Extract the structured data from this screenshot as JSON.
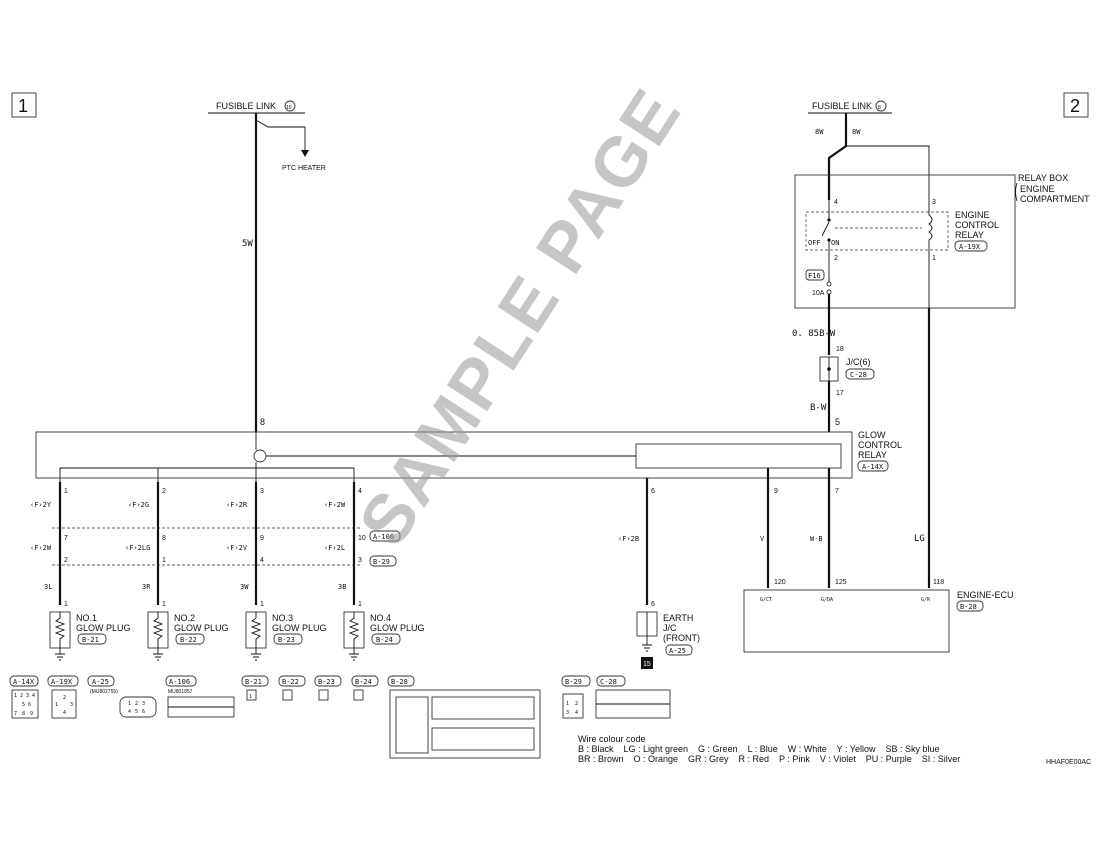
{
  "page_markers": [
    "1",
    "2"
  ],
  "fusible_link_left": {
    "label": "FUSIBLE LINK",
    "num": "10",
    "branch": "PTC HEATER"
  },
  "fusible_link_right": {
    "label": "FUSIBLE LINK",
    "num": "8"
  },
  "wires_top": {
    "w5": "5W",
    "w8a": "8W",
    "w8b": "8W",
    "w085": "0. 85B-W",
    "bw": "B-W",
    "lg": "LG"
  },
  "relay_box": {
    "title": "RELAY BOX",
    "sub1": "ENGINE",
    "sub2": "COMPARTMENT",
    "relay1": "ENGINE",
    "relay2": "CONTROL",
    "relay3": "RELAY",
    "conn": "A-19X",
    "off": "OFF",
    "on": "ON",
    "p4": "4",
    "p3": "3",
    "p2": "2",
    "p1": "1",
    "fuse": "F16",
    "amp": "10A"
  },
  "jc6": {
    "label": "J/C(6)",
    "conn": "C-28",
    "p18": "18",
    "p17": "17"
  },
  "glow_relay": {
    "l1": "GLOW",
    "l2": "CONTROL",
    "l3": "RELAY",
    "conn": "A-14X",
    "p8": "8",
    "p5": "5"
  },
  "pins_row1": [
    "1",
    "2",
    "3",
    "4",
    "6",
    "9",
    "7"
  ],
  "wires_row1": [
    "‹F›2Y",
    "‹F›2G",
    "‹F›2R",
    "‹F›2W",
    "‹F›2B",
    "V",
    "W-B"
  ],
  "conn_a106": {
    "pins": [
      "7",
      "8",
      "9",
      "10"
    ],
    "conn": "A-106"
  },
  "conn_b29": {
    "pins": [
      "2",
      "1",
      "4",
      "3"
    ],
    "conn": "B-29"
  },
  "wires_row2": [
    "‹F›2W",
    "‹F›2LG",
    "‹F›2V",
    "‹F›2L"
  ],
  "wires_row3": [
    "3L",
    "3R",
    "3W",
    "3B"
  ],
  "plugs": [
    {
      "l1": "NO.1",
      "l2": "GLOW PLUG",
      "conn": "B-21",
      "pin": "1"
    },
    {
      "l1": "NO.2",
      "l2": "GLOW PLUG",
      "conn": "B-22",
      "pin": "1"
    },
    {
      "l1": "NO.3",
      "l2": "GLOW PLUG",
      "conn": "B-23",
      "pin": "1"
    },
    {
      "l1": "NO.4",
      "l2": "GLOW PLUG",
      "conn": "B-24",
      "pin": "1"
    }
  ],
  "earth": {
    "l1": "EARTH",
    "l2": "J/C",
    "l3": "(FRONT)",
    "conn": "A-25",
    "pin": "6",
    "ref": "15"
  },
  "ecu": {
    "label": "ENGINE-ECU",
    "conn": "B-28",
    "p120": "120",
    "p125": "125",
    "p118": "118",
    "t1": "G/CT",
    "t2": "G/DA",
    "t3": "G/R"
  },
  "connector_keys": [
    "A-14X",
    "A-19X",
    "A-25",
    "A-106",
    "B-21",
    "B-22",
    "B-23",
    "B-24",
    "B-28",
    "B-29",
    "C-28"
  ],
  "connector_parts": {
    "a25": "(MU802755)",
    "a106": "MU801857"
  },
  "connector_pins": {
    "a14x": [
      "1",
      "2",
      "3",
      "4",
      "5",
      "6",
      "7",
      "8",
      "9"
    ],
    "a19x": [
      "1",
      "2",
      "3",
      "4"
    ],
    "a25": [
      "1",
      "2",
      "3",
      "4",
      "5",
      "6"
    ],
    "b29": [
      "1",
      "2",
      "3",
      "4"
    ],
    "b21_1": "1"
  },
  "wire_colour": {
    "title": "Wire colour code",
    "row1": "B : Black    LG : Light green    G : Green    L : Blue    W : White    Y : Yellow    SB : Sky blue",
    "row2": "BR : Brown    O : Orange    GR : Grey    R : Red    P : Pink    V : Violet    PU : Purple    SI : Silver"
  },
  "code": "HHAF0E00AC",
  "watermark": "SAMPLE PAGE"
}
